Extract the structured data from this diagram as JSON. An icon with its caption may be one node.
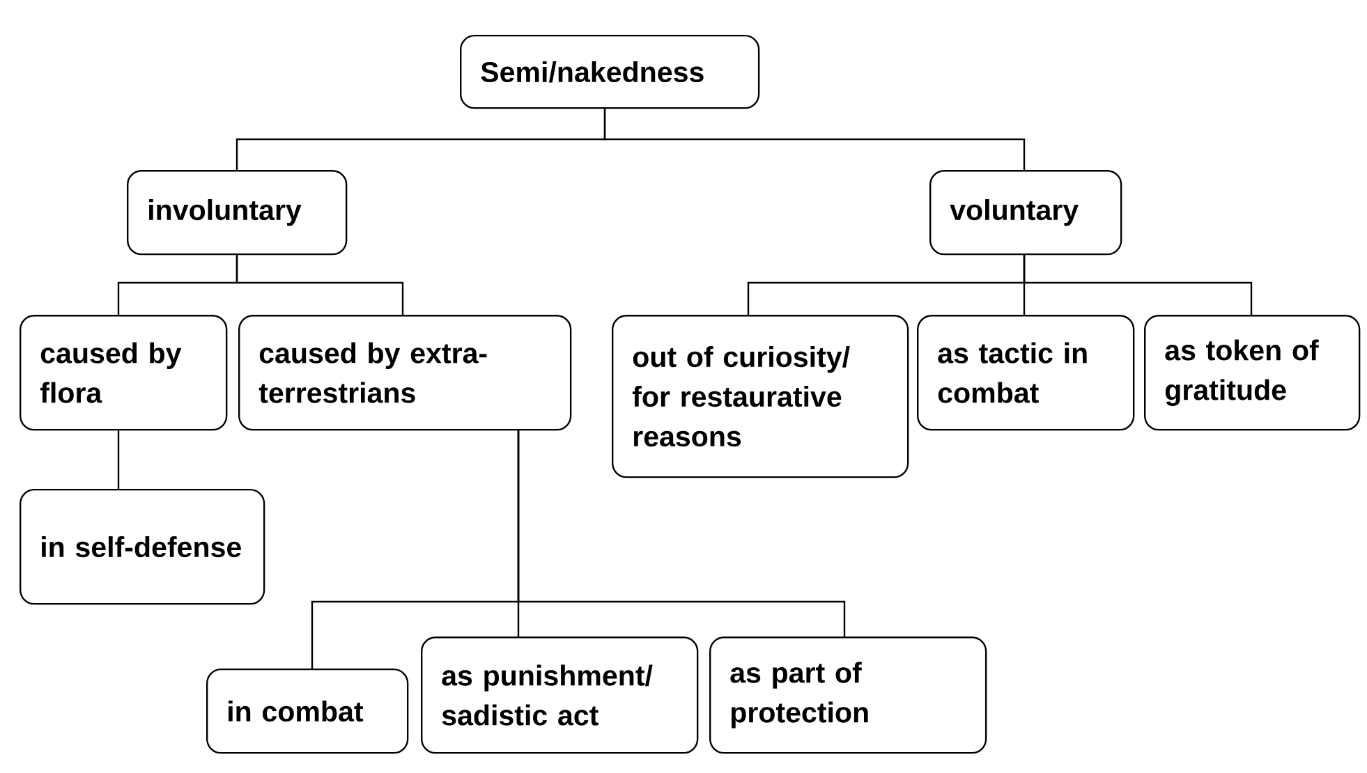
{
  "diagram": {
    "nodes": [
      {
        "text": [
          "Semi/nakedness"
        ]
      },
      {
        "text": [
          "involuntary"
        ]
      },
      {
        "text": [
          "voluntary"
        ]
      },
      {
        "text": [
          "caused by flora"
        ]
      },
      {
        "text": [
          "caused by extra-terrestrians"
        ]
      },
      {
        "text": [
          "out of curiosity/ for restaurative reasons"
        ]
      },
      {
        "text": [
          "as tactic in combat"
        ]
      },
      {
        "text": [
          "as token of gratitude"
        ]
      },
      {
        "text": [
          "in self-defense"
        ]
      },
      {
        "text": [
          "in combat"
        ]
      },
      {
        "text": [
          "as punishment/ sadistic act"
        ]
      },
      {
        "text": [
          "as part of protection"
        ]
      }
    ],
    "edges": [
      {
        "from": 0,
        "to": 1,
        "arrow": "none"
      },
      {
        "from": 0,
        "to": 2,
        "arrow": "none"
      },
      {
        "from": 1,
        "to": 3,
        "arrow": "none"
      },
      {
        "from": 1,
        "to": 4,
        "arrow": "none"
      },
      {
        "from": 2,
        "to": 5,
        "arrow": "none"
      },
      {
        "from": 2,
        "to": 6,
        "arrow": "none"
      },
      {
        "from": 2,
        "to": 7,
        "arrow": "none"
      },
      {
        "from": 3,
        "to": 8,
        "arrow": "none"
      },
      {
        "from": 4,
        "to": 9,
        "arrow": "none"
      },
      {
        "from": 4,
        "to": 10,
        "arrow": "none"
      },
      {
        "from": 4,
        "to": 11,
        "arrow": "none"
      }
    ]
  }
}
